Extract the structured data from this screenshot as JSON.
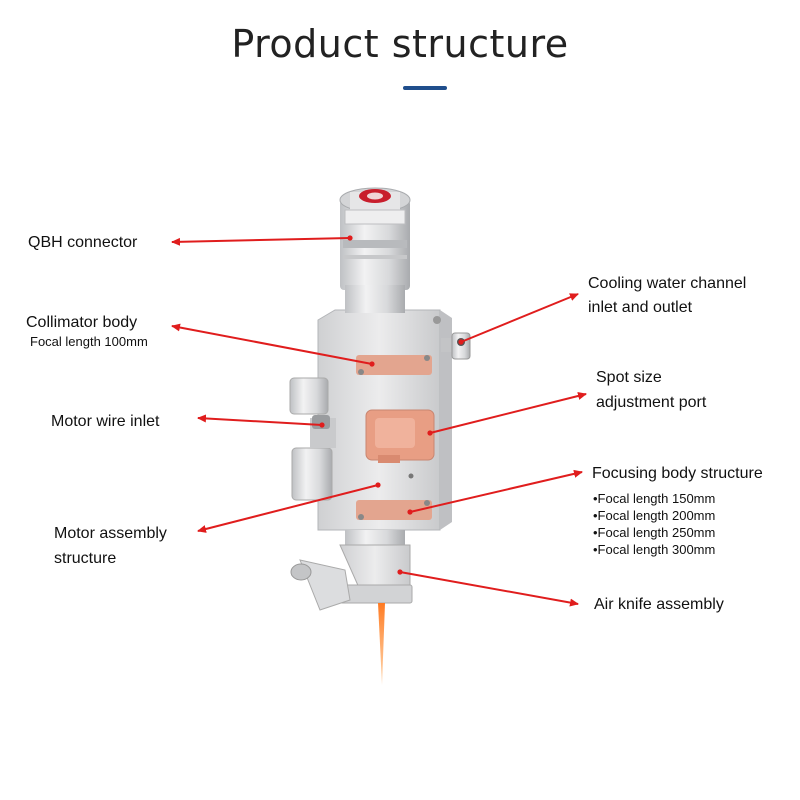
{
  "title": "Product structure",
  "colors": {
    "accent_underline": "#1f4e8c",
    "arrow": "#e01d1d",
    "body_metal": "#d9dadc",
    "knob": "#e89e84",
    "beam": "#ff6a1a"
  },
  "labels": {
    "qbh": "QBH connector",
    "collimator": "Collimator body",
    "collimator_sub": "Focal length 100mm",
    "motor_wire": "Motor wire inlet",
    "motor_assembly_1": "Motor assembly",
    "motor_assembly_2": "structure",
    "cooling_1": "Cooling water channel",
    "cooling_2": "inlet and outlet",
    "spot_1": "Spot size",
    "spot_2": "adjustment port",
    "focusing": "Focusing body structure",
    "focusing_items": [
      "•Focal length 150mm",
      "•Focal length 200mm",
      "•Focal length 250mm",
      "•Focal length 300mm"
    ],
    "air_knife": "Air knife assembly"
  }
}
